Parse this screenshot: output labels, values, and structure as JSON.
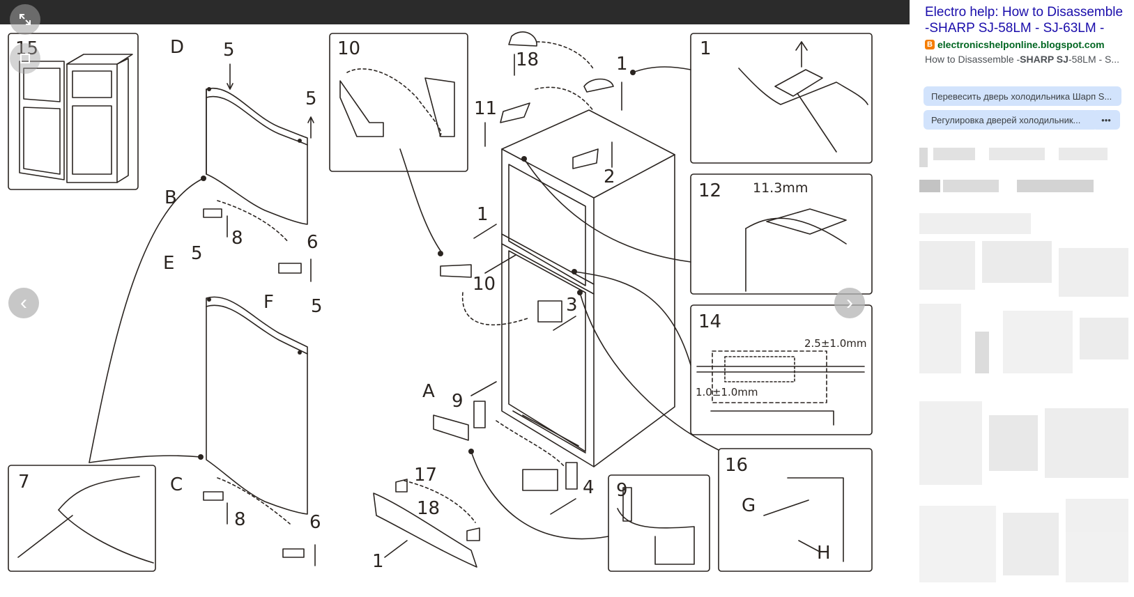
{
  "viewer": {
    "expand_icon": "expand-icon",
    "share_icon": "share-icon",
    "prev_icon": "chevron-left-icon",
    "next_icon": "chevron-right-icon"
  },
  "diagram": {
    "line_color": "#2a2420",
    "panels": {
      "p15": "15",
      "p10": "10",
      "p1": "1",
      "p12": "12",
      "p12_dim": "11.3mm",
      "p14": "14",
      "p14_dim_a": "2.5±1.0mm",
      "p14_dim_b": "1.0±1.0mm",
      "p7": "7",
      "p9": "9",
      "p16": "16"
    },
    "callouts": {
      "D": "D",
      "B": "B",
      "E": "E",
      "F": "F",
      "C": "C",
      "A": "A",
      "G": "G",
      "H": "H",
      "n5a": "5",
      "n5b": "5",
      "n5c": "5",
      "n5d": "5",
      "n8a": "8",
      "n8b": "8",
      "n6a": "6",
      "n6b": "6",
      "n18a": "18",
      "n1a": "1",
      "n11": "11",
      "n2": "2",
      "n1b": "1",
      "n10": "10",
      "n3": "3",
      "n9": "9",
      "n4": "4",
      "n17": "17",
      "n18b": "18",
      "n1c": "1"
    }
  },
  "result": {
    "title_line1": "Electro help: How to Disassemble",
    "title_line2": "-SHARP SJ-58LM - SJ-63LM -",
    "source_icon": "blogger-icon",
    "source": "electronicshelponline.blogspot.com",
    "snippet_pre": "How to Disassemble -",
    "snippet_bold": "SHARP SJ",
    "snippet_post": "-58LM - S..."
  },
  "chips": [
    {
      "label": "Перевесить дверь холодильника Шарп S..."
    },
    {
      "label": "Регулировка дверей холодильник..."
    },
    {
      "label": "•••"
    }
  ],
  "colors": {
    "link": "#1a0dab",
    "source": "#006621",
    "chip_bg": "#d2e3fc",
    "topbar": "#2b2b2b"
  }
}
